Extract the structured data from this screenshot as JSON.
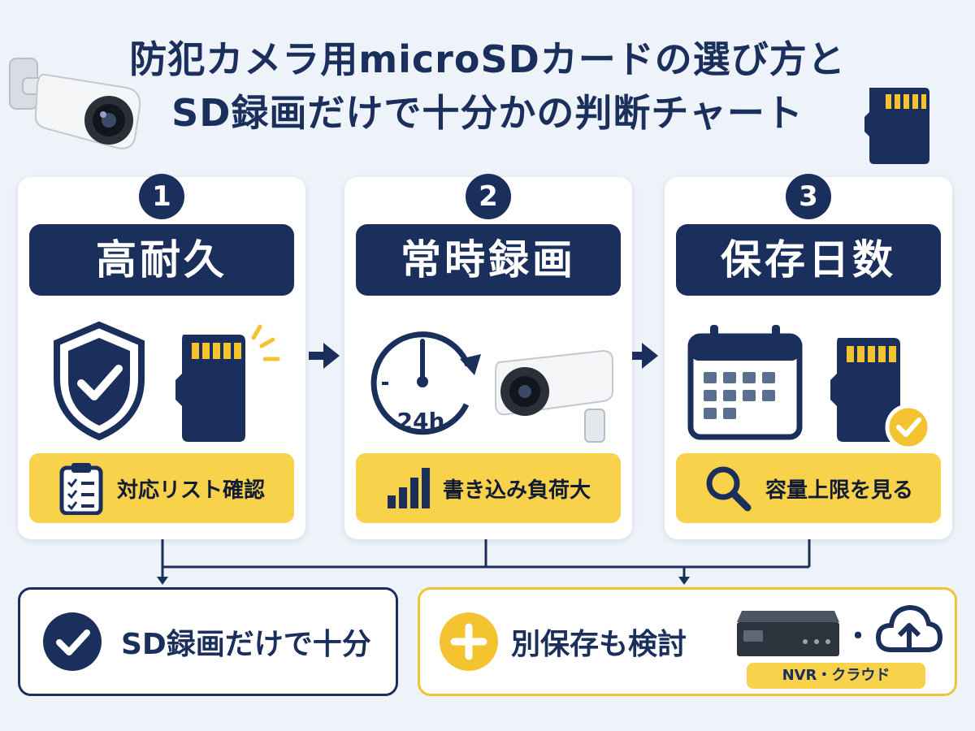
{
  "title": {
    "line1": "防犯カメラ用microSDカードの選び方と",
    "line2": "SD録画だけで十分かの判断チャート"
  },
  "steps": [
    {
      "number": "1",
      "heading": "高耐久",
      "note": "対応リスト確認"
    },
    {
      "number": "2",
      "heading": "常時録画",
      "note": "書き込み負荷大",
      "clock_label": "24h"
    },
    {
      "number": "3",
      "heading": "保存日数",
      "note": "容量上限を見る"
    }
  ],
  "results": {
    "sufficient": "SD録画だけで十分",
    "additional": "別保存も検討",
    "additional_tag": "NVR・クラウド",
    "separator": "・"
  },
  "colors": {
    "navy": "#1b2f5c",
    "yellow": "#f7d24a",
    "background": "#eef3f9"
  }
}
